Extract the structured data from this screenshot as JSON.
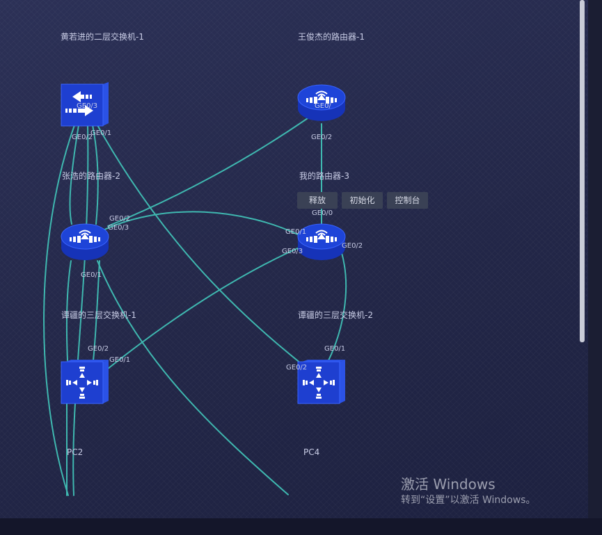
{
  "devices": [
    {
      "label": "黄若进的二层交换机-1",
      "icon": "layer2-switch-icon"
    },
    {
      "label": "王俊杰的路由器-1",
      "icon": "router-icon"
    },
    {
      "label": "张浩的路由器-2",
      "icon": "router-icon"
    },
    {
      "label": "我的路由器-3",
      "icon": "router-icon"
    },
    {
      "label": "谭疆的三层交换机-1",
      "icon": "layer3-switch-icon"
    },
    {
      "label": "谭疆的三层交换机-2",
      "icon": "layer3-switch-icon"
    },
    {
      "label": "PC2",
      "icon": "pc-icon"
    },
    {
      "label": "PC4",
      "icon": "pc-icon"
    }
  ],
  "ports": [
    "GE0/3",
    "GE0/2",
    "GE0/1",
    "GE0/",
    "GE0/2",
    "GE0/2",
    "GE0/3",
    "GE0/1",
    "GE0/0",
    "GE0/1",
    "GE0/3",
    "GE0/2",
    "GE0/2",
    "GE0/1",
    "GE0/1",
    "GE0/2"
  ],
  "context_menu": {
    "release": "释放",
    "init": "初始化",
    "console": "控制台"
  },
  "watermark": {
    "title": "激活 Windows",
    "subtitle": "转到“设置”以激活 Windows。"
  },
  "colors": {
    "link": "#3fb8b0",
    "device": "#1e3fd0",
    "canvas": "#24284a"
  }
}
